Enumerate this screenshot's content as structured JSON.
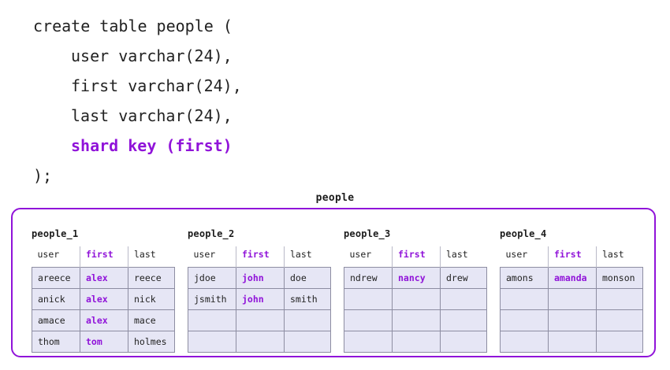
{
  "sql": {
    "lines": [
      {
        "text": "create table people (",
        "indent": false,
        "highlight": false
      },
      {
        "text": "user varchar(24),",
        "indent": true,
        "highlight": false
      },
      {
        "text": "first varchar(24),",
        "indent": true,
        "highlight": false
      },
      {
        "text": "last varchar(24),",
        "indent": true,
        "highlight": false
      },
      {
        "text": "shard key (first)",
        "indent": true,
        "highlight": true
      },
      {
        "text": ");",
        "indent": false,
        "highlight": false
      }
    ]
  },
  "diagram": {
    "title": "people",
    "accent_color": "#9013d9",
    "cell_fill_color": "#e6e6f5",
    "cell_border_color": "#8d8da2",
    "columns": [
      "user",
      "first",
      "last"
    ],
    "shard_key_column": "first",
    "rows_per_shard": 4,
    "shards": [
      {
        "name": "people_1",
        "rows": [
          {
            "user": "areece",
            "first": "alex",
            "last": "reece"
          },
          {
            "user": "anick",
            "first": "alex",
            "last": "nick"
          },
          {
            "user": "amace",
            "first": "alex",
            "last": "mace"
          },
          {
            "user": "thom",
            "first": "tom",
            "last": "holmes"
          }
        ]
      },
      {
        "name": "people_2",
        "rows": [
          {
            "user": "jdoe",
            "first": "john",
            "last": "doe"
          },
          {
            "user": "jsmith",
            "first": "john",
            "last": "smith"
          },
          {
            "user": "",
            "first": "",
            "last": ""
          },
          {
            "user": "",
            "first": "",
            "last": ""
          }
        ]
      },
      {
        "name": "people_3",
        "rows": [
          {
            "user": "ndrew",
            "first": "nancy",
            "last": "drew"
          },
          {
            "user": "",
            "first": "",
            "last": ""
          },
          {
            "user": "",
            "first": "",
            "last": ""
          },
          {
            "user": "",
            "first": "",
            "last": ""
          }
        ]
      },
      {
        "name": "people_4",
        "rows": [
          {
            "user": "amons",
            "first": "amanda",
            "last": "monson"
          },
          {
            "user": "",
            "first": "",
            "last": ""
          },
          {
            "user": "",
            "first": "",
            "last": ""
          },
          {
            "user": "",
            "first": "",
            "last": ""
          }
        ]
      }
    ]
  }
}
